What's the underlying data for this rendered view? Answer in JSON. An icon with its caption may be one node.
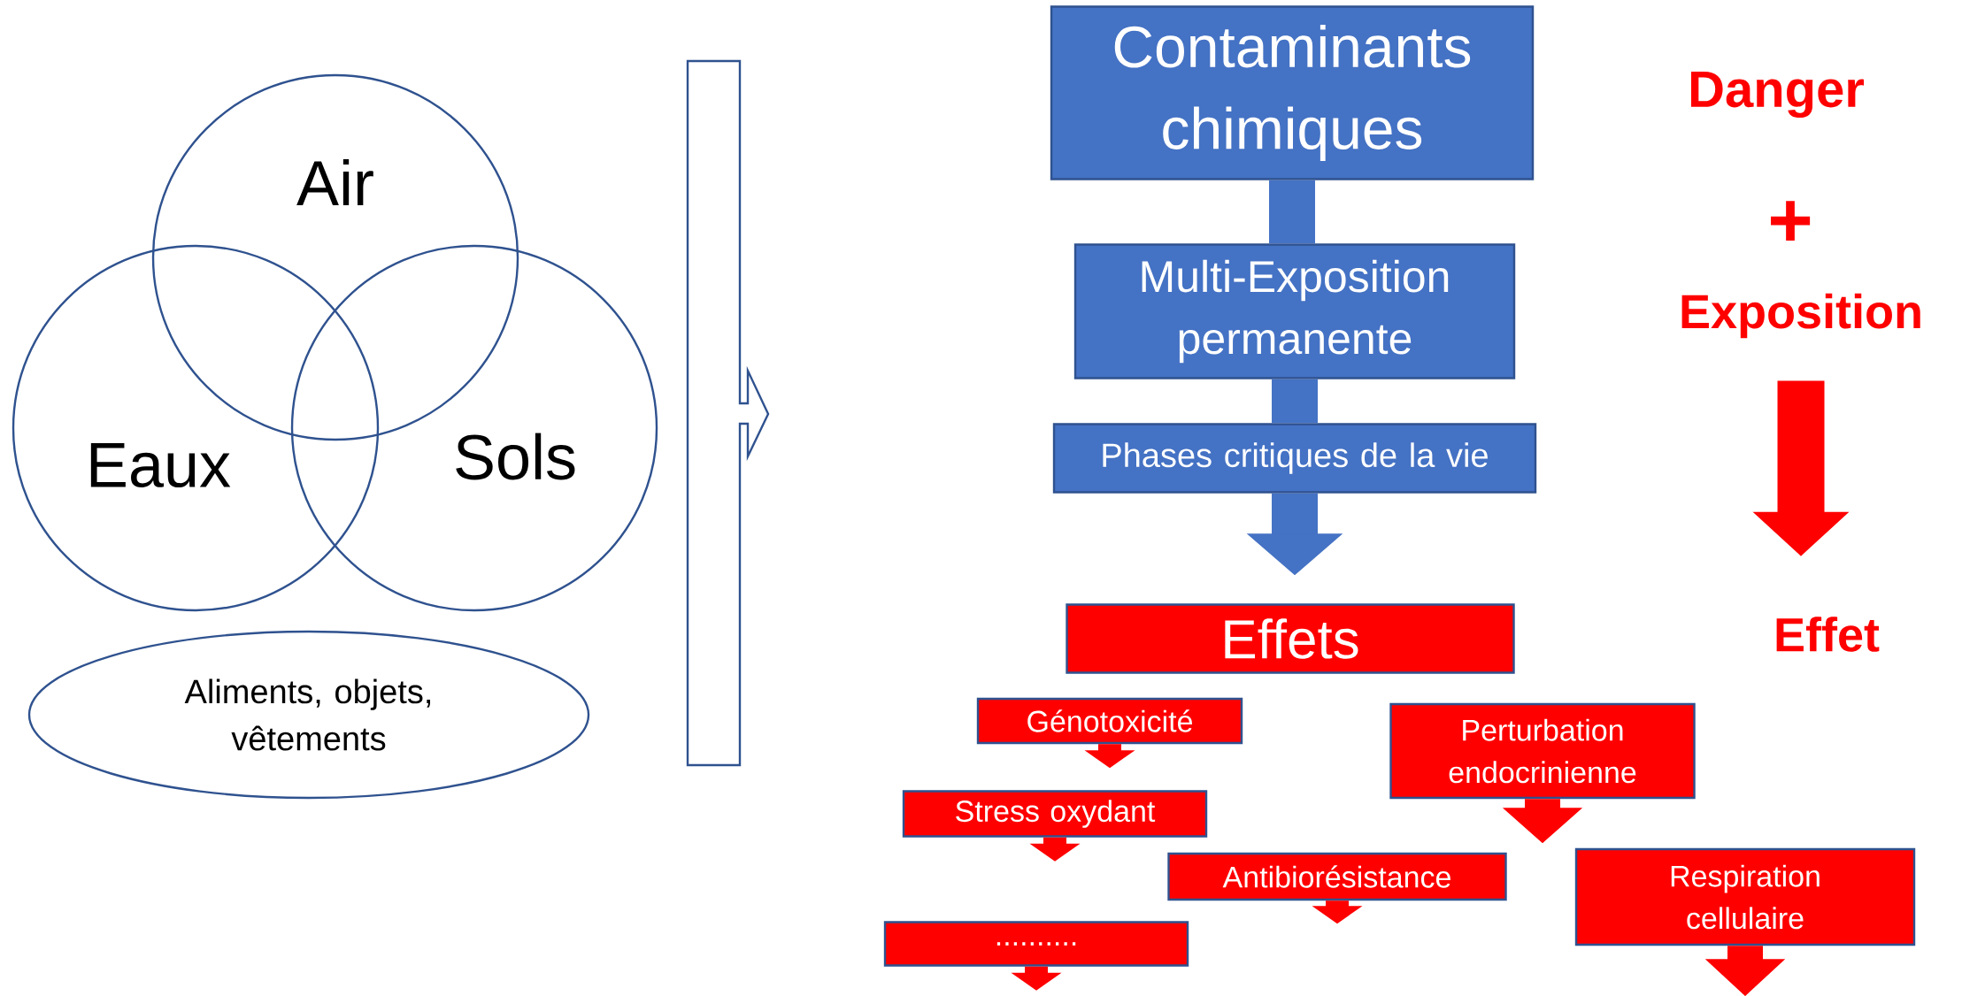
{
  "diagram": {
    "nodes": [
      {
        "text": [
          "Air"
        ]
      },
      {
        "text": [
          "Eaux"
        ]
      },
      {
        "text": [
          "Sols"
        ]
      },
      {
        "text": [
          "Aliments, objets, vêtements"
        ]
      },
      {
        "text": [],
        "shape": "bar"
      },
      {
        "text": [
          "Contaminants chimiques"
        ]
      },
      {
        "text": [
          "Multi-Exposition permanente"
        ]
      },
      {
        "text": [
          "Phases critiques de la vie"
        ]
      },
      {
        "text": [
          "Effets"
        ]
      },
      {
        "text": [
          "Génotoxicité"
        ]
      },
      {
        "text": [
          "Perturbation endocrinienne"
        ]
      },
      {
        "text": [
          "Stress oxydant"
        ]
      },
      {
        "text": [
          "Antibiorésistance"
        ]
      },
      {
        "text": [
          "Respiration cellulaire"
        ]
      },
      {
        "text": [
          ".........."
        ]
      },
      {
        "text": [
          "Danger"
        ]
      },
      {
        "text": [
          "Exposition"
        ]
      },
      {
        "text": [
          "Effet"
        ]
      }
    ],
    "edges": [
      {
        "from": 5,
        "to": 6,
        "arrow": "none",
        "color": "#4472c4"
      },
      {
        "from": 6,
        "to": 7,
        "arrow": "none",
        "color": "#4472c4"
      },
      {
        "from": 7,
        "to": 8,
        "arrow": "to",
        "color": "#4472c4"
      },
      {
        "from": 9,
        "to": null,
        "arrow": "to"
      },
      {
        "from": 10,
        "to": null,
        "arrow": "to"
      },
      {
        "from": 11,
        "to": null,
        "arrow": "to"
      },
      {
        "from": 12,
        "to": null,
        "arrow": "to"
      },
      {
        "from": 13,
        "to": null,
        "arrow": "to"
      },
      {
        "from": 14,
        "to": null,
        "arrow": "to"
      },
      {
        "from": 16,
        "to": 17,
        "arrow": "to"
      }
    ],
    "labels": [
      "+"
    ]
  }
}
